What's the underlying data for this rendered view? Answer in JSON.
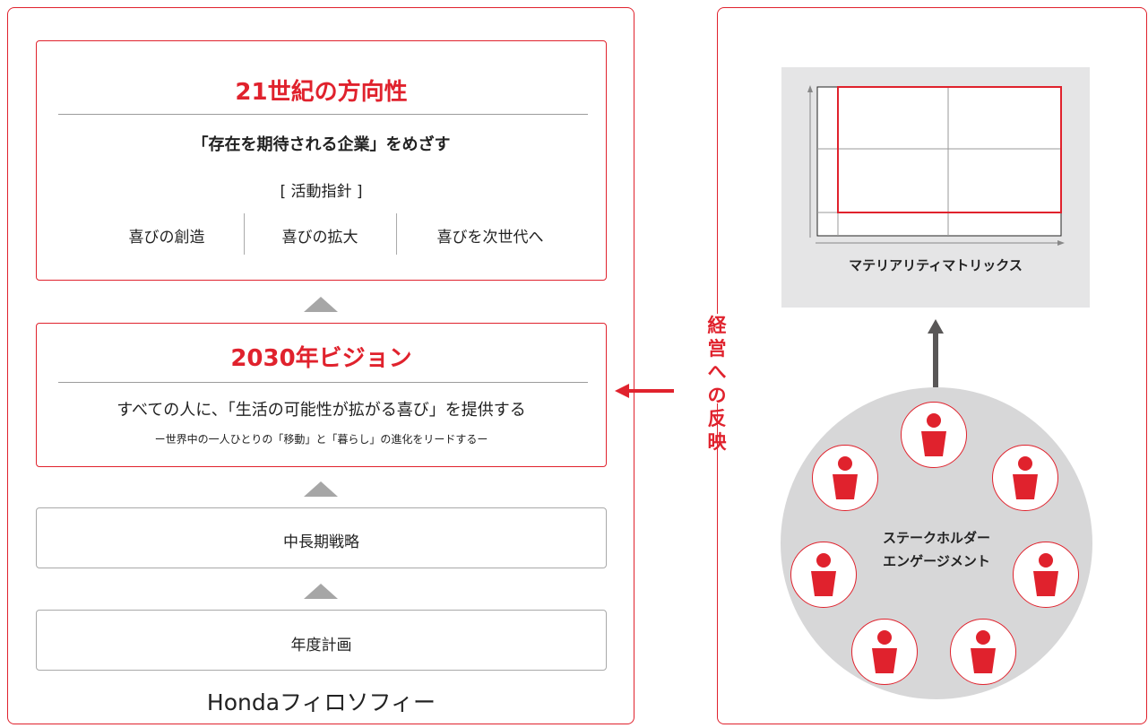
{
  "colors": {
    "accent": "#e0222d",
    "gray_panel": "#e5e5e6",
    "triangle": "#a6a6a6",
    "circle": "#d7d7d8"
  },
  "philosophy": {
    "heading": "21世紀の方向性",
    "subheading": "「存在を期待される企業」をめざす",
    "guidelines_label": "[ 活動指針 ]",
    "guidelines": [
      "喜びの創造",
      "喜びの拡大",
      "喜びを次世代へ"
    ]
  },
  "vision": {
    "heading": "2030年ビジョン",
    "statement": "すべての人に、「生活の可能性が拡がる喜び」を提供する",
    "substatement": "ー世界中の一人ひとりの「移動」と「暮らし」の進化をリードするー"
  },
  "strategy_label": "中長期戦略",
  "annual_plan_label": "年度計画",
  "footer_label": "Hondaフィロソフィー",
  "reflection_label": [
    "経",
    "営",
    "へ",
    "の",
    "反",
    "映"
  ],
  "matrix_label": "マテリアリティマトリックス",
  "stakeholder": {
    "line1": "ステークホルダー",
    "line2": "エンゲージメント",
    "person_icon_count": 7
  }
}
